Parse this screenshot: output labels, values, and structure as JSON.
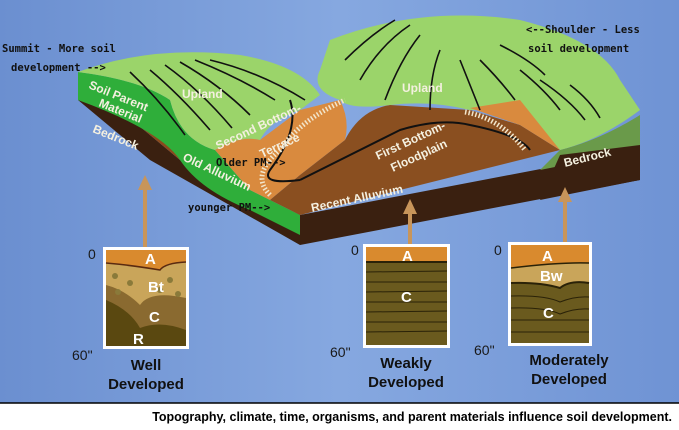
{
  "annotations": {
    "summit_line1": "Summit - More soil",
    "summit_line2": "development -->",
    "shoulder_line1": "<--Shoulder - Less",
    "shoulder_line2": "soil development",
    "older_pm": "Older PM-->",
    "younger_pm": "younger PM-->"
  },
  "landscape_labels": {
    "upland_left": "Upland",
    "upland_right": "Upland",
    "soil_parent_1": "Soil Parent",
    "soil_parent_2": "Material",
    "bedrock_left": "Bedrock",
    "bedrock_right": "Bedrock",
    "old_alluvium": "Old Alluvium",
    "second_bottom_1": "Second Bottom-",
    "second_bottom_2": "Terrace",
    "first_bottom_1": "First Bottom-",
    "first_bottom_2": "Floodplain",
    "recent_alluvium": "Recent Alluvium"
  },
  "profiles": [
    {
      "top": "0",
      "bottom": "60\"",
      "horizons": [
        "A",
        "Bt",
        "C",
        "R"
      ],
      "caption_1": "Well",
      "caption_2": "Developed"
    },
    {
      "top": "0",
      "bottom": "60\"",
      "horizons": [
        "A",
        "C"
      ],
      "caption_1": "Weakly",
      "caption_2": "Developed"
    },
    {
      "top": "0",
      "bottom": "60\"",
      "horizons": [
        "A",
        "Bw",
        "C"
      ],
      "caption_1": "Moderately",
      "caption_2": "Developed"
    }
  ],
  "caption": "Topography, climate, time, organisms, and parent materials influence soil development.",
  "colors": {
    "sky": "#7d9fdc",
    "upland": "#9bd46a",
    "parent": "#2fae3a",
    "terrace": "#d98a3e",
    "floodplain": "#8a4f20",
    "bedrock": "#3a2010"
  }
}
